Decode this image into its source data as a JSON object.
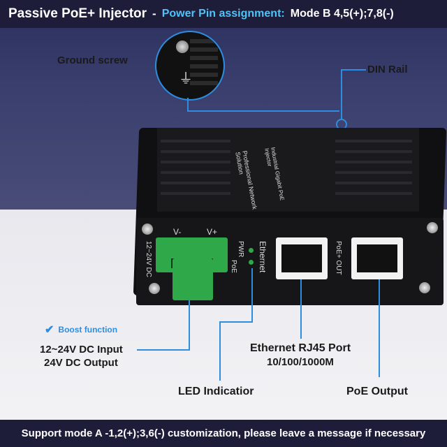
{
  "title": {
    "main": "Passive PoE+ Injector",
    "separator": "-",
    "highlight": "Power Pin assignment:",
    "mode": "Mode B 4,5(+);7,8(-)"
  },
  "callouts": {
    "ground_screw": "Ground screw",
    "din_rail": "DIN Rail",
    "dc_input_line1": "12~24V DC Input",
    "dc_input_line2": "24V DC Output",
    "boost": "Boost function",
    "ethernet_line1": "Ethernet RJ45 Port",
    "ethernet_line2": "10/100/1000M",
    "led": "LED Indicatior",
    "poe_output": "PoE Output"
  },
  "device_labels": {
    "v_minus": "V-",
    "v_plus": "V+",
    "dc_range": "12~24V DC",
    "pwr": "PWR",
    "poe": "PoE",
    "ethernet": "Ethernet",
    "poe_out": "PoE+ OUT",
    "brand_line1": "Industrial Gigabit PoE Injector",
    "brand_line2": "Professional Network Solution"
  },
  "footer": "Support mode A -1,2(+);3,6(-) customization, please leave a message if necessary",
  "colors": {
    "accent": "#2d8de0",
    "title_highlight": "#4fc3f7",
    "bar_bg": "#1d1d3a",
    "terminal_green": "#2fa84a"
  },
  "icons": [
    "ground-screw-icon",
    "ground-symbol-icon",
    "checkmark-icon",
    "led-icon"
  ]
}
